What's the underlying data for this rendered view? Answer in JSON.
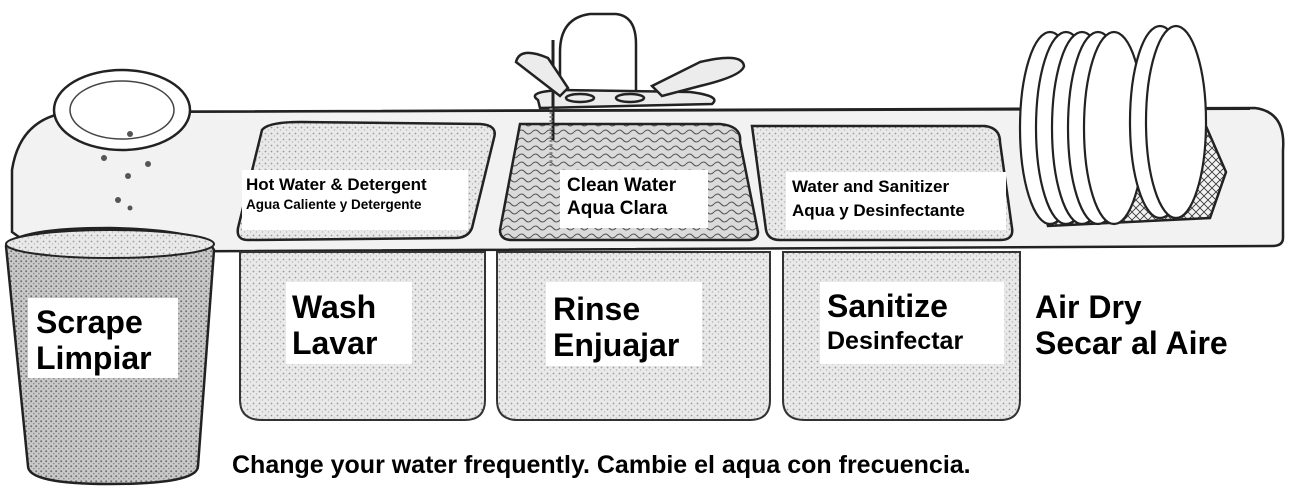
{
  "sinks": {
    "wash": {
      "caption_line1": "Hot Water & Detergent",
      "caption_line2": "Agua Caliente y Detergente",
      "step_en": "Wash",
      "step_es": "Lavar"
    },
    "rinse": {
      "caption_line1": "Clean Water",
      "caption_line2": "Aqua Clara",
      "step_en": "Rinse",
      "step_es": "Enjuajar"
    },
    "sanitize": {
      "caption_line1": "Water and Sanitizer",
      "caption_line2": "Aqua y Desinfectante",
      "step_en": "Sanitize",
      "step_es": "Desinfectar"
    }
  },
  "scrape": {
    "step_en": "Scrape",
    "step_es": "Limpiar"
  },
  "air_dry": {
    "step_en": "Air Dry",
    "step_es": "Secar al Aire"
  },
  "footer": {
    "note": "Change your water frequently. Cambie el aqua con frecuencia."
  }
}
